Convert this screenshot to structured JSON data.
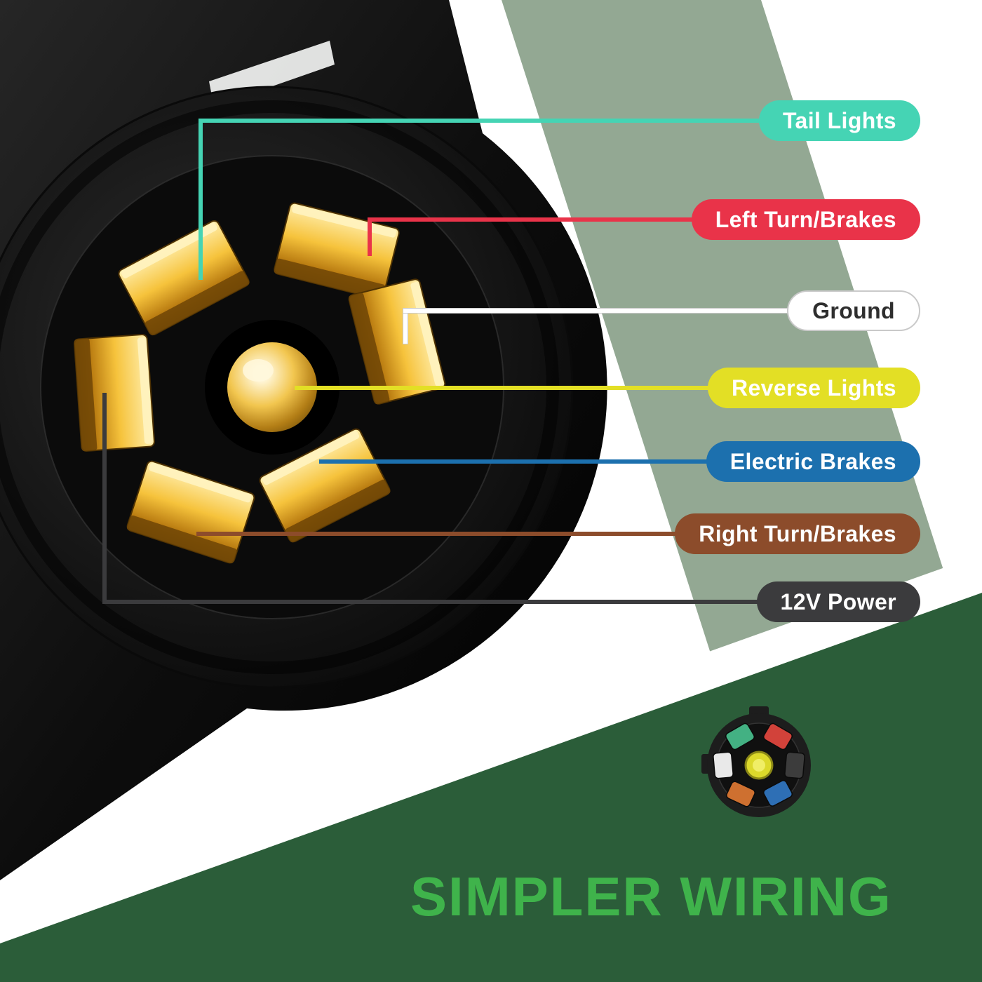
{
  "diagram": {
    "labels": [
      {
        "name": "tail-lights",
        "text": "Tail Lights",
        "color": "#45D4B4",
        "text_color": "#FFFFFF"
      },
      {
        "name": "left-turn-brakes",
        "text": "Left Turn/Brakes",
        "color": "#E93349",
        "text_color": "#FFFFFF"
      },
      {
        "name": "ground",
        "text": "Ground",
        "color": "#FFFFFF",
        "text_color": "#2E2E2E",
        "border_color": "#C9C9C9"
      },
      {
        "name": "reverse-lights",
        "text": "Reverse Lights",
        "color": "#E3DF25",
        "text_color": "#FFFFFF"
      },
      {
        "name": "electric-brakes",
        "text": "Electric Brakes",
        "color": "#1C70AE",
        "text_color": "#FFFFFF"
      },
      {
        "name": "right-turn-brakes",
        "text": "Right Turn/Brakes",
        "color": "#8C4C2B",
        "text_color": "#FFFFFF"
      },
      {
        "name": "twelve-v-power",
        "text": "12V Power",
        "color": "#3B3B3D",
        "text_color": "#FFFFFF"
      }
    ],
    "headline": {
      "text": "SIMPLER WIRING",
      "color": "#3FB34B"
    },
    "background": {
      "sage": "#93A893",
      "bottom_green": "#2B5D39"
    },
    "mini_connector": {
      "pin_colors": {
        "top_left": "#43B183",
        "top_right": "#D2423A",
        "left": "#E9E9E9",
        "right": "#3C3C3C",
        "bottom_left": "#CE7030",
        "bottom_right": "#2E6FB5",
        "center": "#DCD92B"
      }
    }
  }
}
